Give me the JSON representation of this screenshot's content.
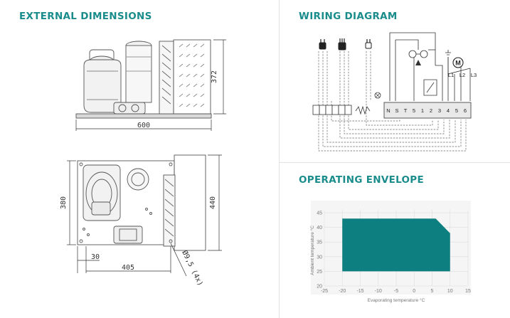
{
  "sections": {
    "external_dimensions": "EXTERNAL DIMENSIONS",
    "wiring_diagram": "WIRING DIAGRAM",
    "operating_envelope": "OPERATING ENVELOPE"
  },
  "dimensions": {
    "side_width": "600",
    "side_height": "372",
    "top_depth": "380",
    "top_height": "440",
    "offset": "30",
    "mount_span": "405",
    "hole": "Ø9,5 (4x)"
  },
  "wiring": {
    "terminals": [
      "N",
      "S",
      "T",
      "5",
      "1",
      "2",
      "3",
      "4",
      "5",
      "6"
    ],
    "motor_label": "M",
    "phases": [
      "L1",
      "L2",
      "L3"
    ]
  },
  "colors": {
    "accent": "#1a8c8c",
    "envelope_fill": "#0e7f80"
  },
  "chart_data": {
    "type": "area",
    "xlabel": "Evaporating temperature °C",
    "ylabel": "Ambient temperature °C",
    "xlim": [
      -25,
      15
    ],
    "ylim": [
      20,
      45
    ],
    "xticks": [
      -25,
      -20,
      -15,
      -10,
      -5,
      0,
      5,
      10,
      15
    ],
    "yticks": [
      20,
      25,
      30,
      35,
      40,
      45
    ],
    "grid": true,
    "envelope": [
      [
        -20,
        25
      ],
      [
        -20,
        43
      ],
      [
        6,
        43
      ],
      [
        10,
        38
      ],
      [
        10,
        25
      ]
    ]
  }
}
